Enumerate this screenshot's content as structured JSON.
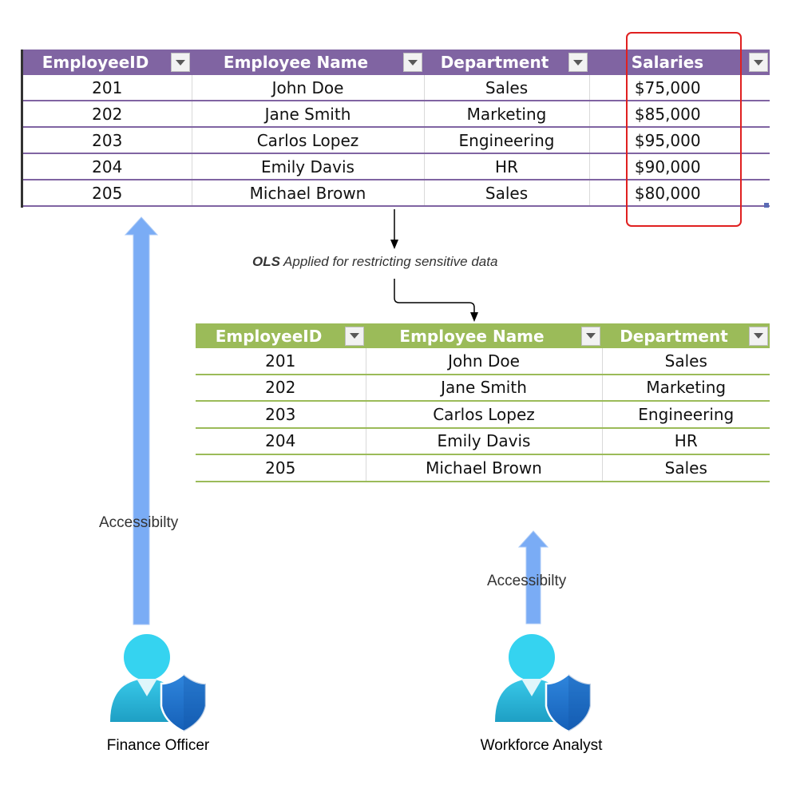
{
  "source_table": {
    "columns": [
      "EmployeeID",
      "Employee Name",
      "Department",
      "Salaries"
    ],
    "rows": [
      [
        "201",
        "John Doe",
        "Sales",
        "$75,000"
      ],
      [
        "202",
        "Jane Smith",
        "Marketing",
        "$85,000"
      ],
      [
        "203",
        "Carlos Lopez",
        "Engineering",
        "$95,000"
      ],
      [
        "204",
        "Emily Davis",
        "HR",
        "$90,000"
      ],
      [
        "205",
        "Michael Brown",
        "Sales",
        "$80,000"
      ]
    ],
    "header_color": "#8064a2",
    "highlight_color": "#e02020"
  },
  "restricted_table": {
    "columns": [
      "EmployeeID",
      "Employee Name",
      "Department"
    ],
    "rows": [
      [
        "201",
        "John Doe",
        "Sales"
      ],
      [
        "202",
        "Jane Smith",
        "Marketing"
      ],
      [
        "203",
        "Carlos Lopez",
        "Engineering"
      ],
      [
        "204",
        "Emily Davis",
        "HR"
      ],
      [
        "205",
        "Michael Brown",
        "Sales"
      ]
    ],
    "header_color": "#9bbb59"
  },
  "ols_note": {
    "bold": "OLS",
    "rest": " Applied for restricting sensitive data"
  },
  "finance_officer": {
    "access_label": "Accessibilty",
    "name": "Finance Officer",
    "icon": "user-shield-icon"
  },
  "workforce_analyst": {
    "access_label": "Accessibilty",
    "name": "Workforce Analyst",
    "icon": "user-shield-icon"
  },
  "arrow_color": "#7aacf5"
}
